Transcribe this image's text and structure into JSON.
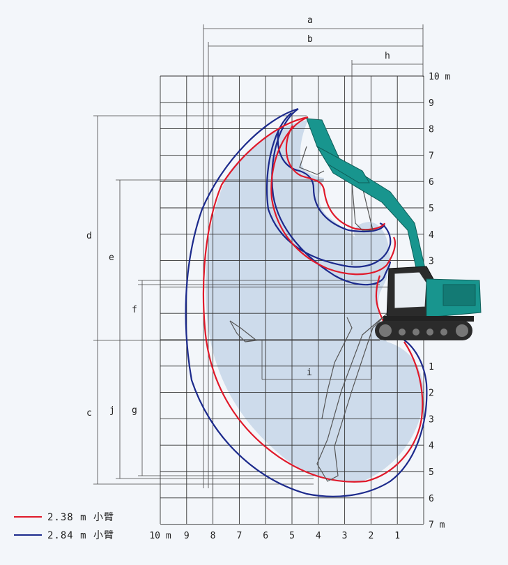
{
  "colors": {
    "curve_a": "#e0192a",
    "curve_b": "#1c2a8c",
    "fill": "#c5d6e8",
    "machine": "#18958e",
    "grid": "#333333"
  },
  "x_ticks": [
    "10 m",
    "9",
    "8",
    "7",
    "6",
    "5",
    "4",
    "3",
    "2",
    "1"
  ],
  "y_ticks_upper": [
    "10 m",
    "9",
    "8",
    "7",
    "6",
    "5",
    "4",
    "3"
  ],
  "y_ticks_lower": [
    "1",
    "2",
    "3",
    "4",
    "5",
    "6",
    "7 m"
  ],
  "dimensions": {
    "a": "a",
    "b": "b",
    "h": "h",
    "i": "i",
    "c": "c",
    "d": "d",
    "e": "e",
    "f": "f",
    "g": "g",
    "j": "j"
  },
  "legend": [
    {
      "label": "2.38 m 小臂",
      "color": "#e0192a",
      "icon": "red-line"
    },
    {
      "label": "2.84 m 小臂",
      "color": "#1c2a8c",
      "icon": "blue-line"
    }
  ]
}
